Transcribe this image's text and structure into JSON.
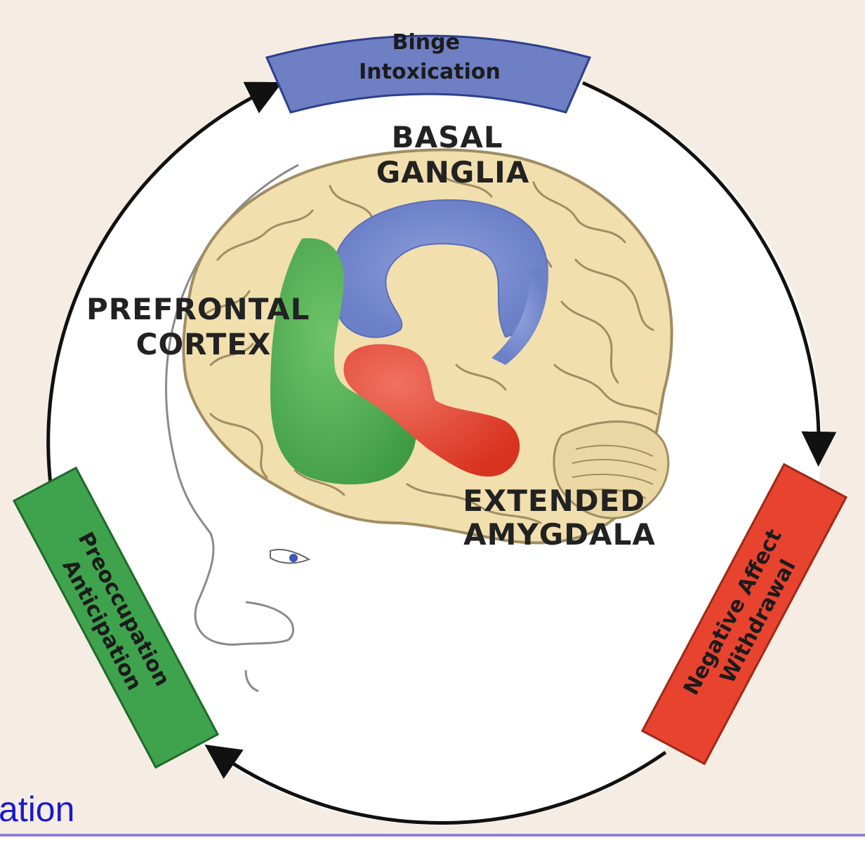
{
  "stages": {
    "binge": {
      "line1": "Binge",
      "line2": "Intoxication",
      "color": "#6f7fc4"
    },
    "negative": {
      "line1": "Negative Affect",
      "line2": "Withdrawal",
      "color": "#e8432f"
    },
    "preoccupation": {
      "line1": "Preoccupation",
      "line2": "Anticipation",
      "color": "#3fa34d"
    }
  },
  "regions": {
    "basal_ganglia": {
      "line1": "BASAL",
      "line2": "GANGLIA",
      "color": "#8e9fd9"
    },
    "prefrontal": {
      "line1": "PREFRONTAL",
      "line2": "CORTEX",
      "color": "#5cb85c"
    },
    "amygdala": {
      "line1": "EXTENDED",
      "line2": "AMYGDALA",
      "color": "#e0463a"
    }
  },
  "footer": {
    "link_text": "ation"
  },
  "colors": {
    "background": "#f5ede3",
    "brain": "#f1dfae",
    "brain_outline": "#a08d62"
  }
}
